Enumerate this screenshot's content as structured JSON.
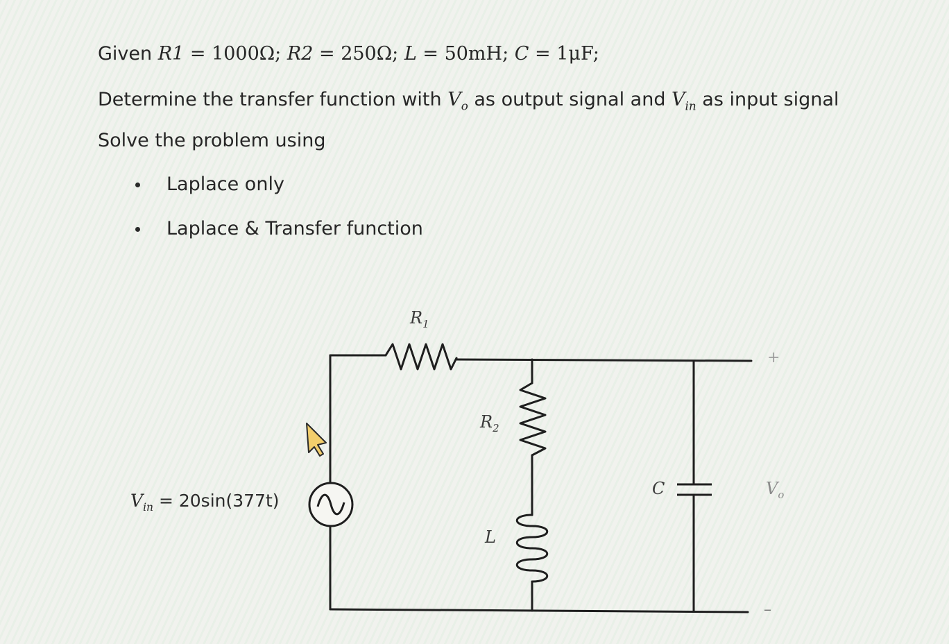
{
  "given": {
    "prefix": "Given",
    "r1_var": "R1",
    "r1_val": "1000Ω;",
    "r2_var": "R2",
    "r2_val": "250Ω;",
    "l_var": "L",
    "l_val": "50mH;",
    "c_var": "C",
    "c_val": "1μF;"
  },
  "task": {
    "part1": "Determine the transfer function with",
    "vo_base": "V",
    "vo_sub": "o",
    "part2": "as output signal and",
    "vin_base": "V",
    "vin_sub": "in",
    "part3": "as input signal"
  },
  "method_intro": "Solve the problem using",
  "methods": [
    "Laplace only",
    "Laplace & Transfer function"
  ],
  "circuit": {
    "r1_base": "R",
    "r1_sub": "1",
    "r2_base": "R",
    "r2_sub": "2",
    "l_label": "L",
    "c_label": "C",
    "plus": "+",
    "minus": "–",
    "vo_base": "V",
    "vo_sub": "o",
    "source_base": "V",
    "source_sub": "in",
    "source_expr": "= 20sin(377t)"
  },
  "colors": {
    "wire": "#1e1e1e",
    "arrow": "#f2ce6c"
  }
}
